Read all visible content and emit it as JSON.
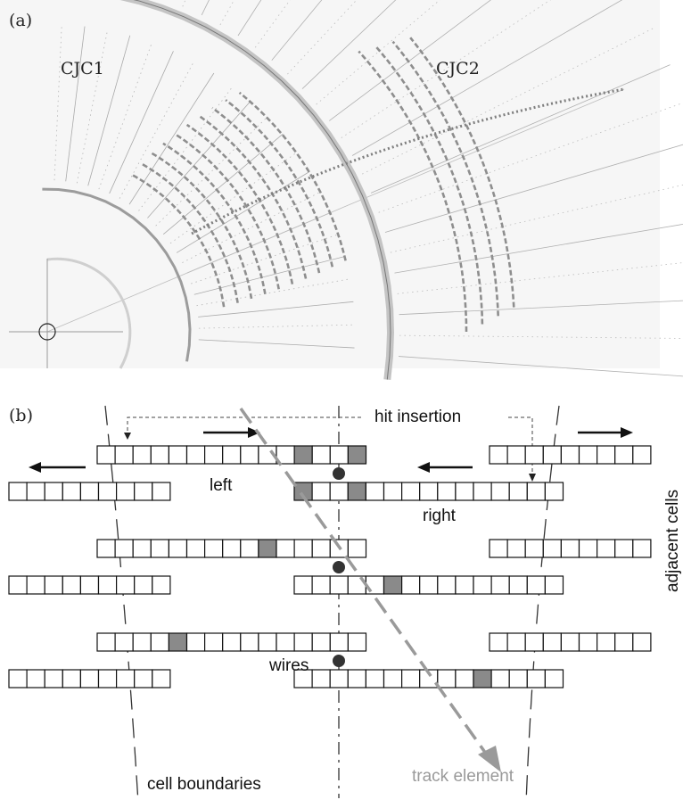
{
  "panel_a": {
    "label": "(a)",
    "chamber_inner": "CJC1",
    "chamber_outer": "CJC2"
  },
  "panel_b": {
    "label": "(b)",
    "hit_insertion": "hit insertion",
    "left": "left",
    "right": "right",
    "adjacent_cells": "adjacent cells",
    "wires": "wires",
    "track_element": "track element",
    "cell_boundaries": "cell boundaries"
  },
  "colors": {
    "line": "#222222",
    "grey_hit": "#8a8a8a",
    "track": "#9a9a9a",
    "wall": "#c8c8c8",
    "panel_a_bg": "#f4f4f4"
  },
  "icons": {
    "wire_dot": "filled-circle",
    "direction_arrow": "arrow"
  }
}
